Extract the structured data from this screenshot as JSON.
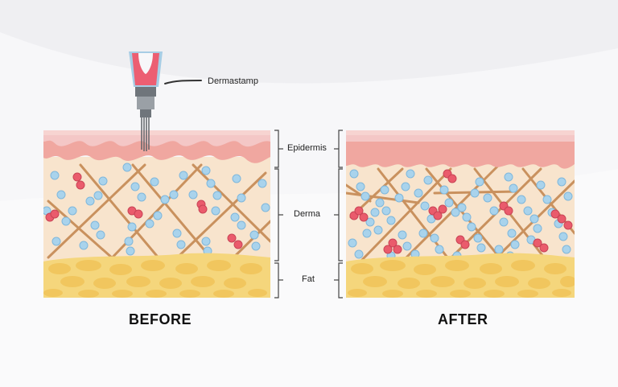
{
  "labels": {
    "tool": "Dermastamp",
    "epidermis": "Epidermis",
    "derma": "Derma",
    "fat": "Fat",
    "before": "BEFORE",
    "after": "AFTER"
  },
  "colors": {
    "background": "#f7f7f9",
    "epidermis_top": "#f4c7c6",
    "epidermis": "#f0a7a0",
    "derma": "#f8e4cd",
    "fiber": "#c9915e",
    "cell_blue": "#a9d3ec",
    "cell_red": "#ea5b6c",
    "fat": "#f5d67c",
    "tool_tip": "#ec5e72",
    "tool_metal": "#8a8f95"
  }
}
